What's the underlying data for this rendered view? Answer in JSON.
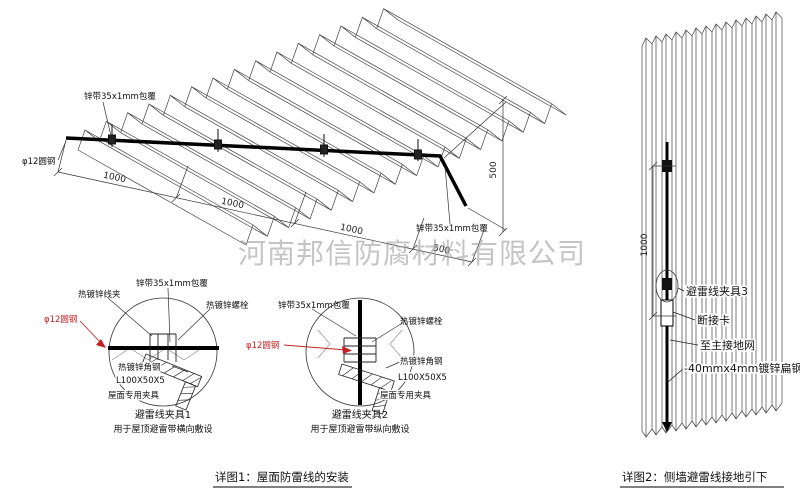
{
  "watermark": {
    "text": "河南邦信防腐材料有限公司",
    "color": "#9e9e9e"
  },
  "colors": {
    "line": "#333333",
    "wire": "#000000",
    "red_label": "#c22222"
  },
  "roof": {
    "label_strip_top": "锌带35x1mm包覆",
    "label_strip_right": "锌带35x1mm包覆",
    "label_round_steel": "φ12圆钢",
    "dims": {
      "seg1": "1000",
      "seg2": "1000",
      "seg3": "1000",
      "seg4": "500",
      "side": "500"
    }
  },
  "detail1": {
    "label_clip": "热镀锌线夹",
    "label_strip": "锌带35x1mm包覆",
    "label_bolt": "热镀锌螺栓",
    "label_round_steel": "φ12圆钢",
    "label_angle": "热镀锌角钢",
    "label_angle_spec": "L100X50X5",
    "label_roof_clamp": "屋面专用夹具",
    "title": "避雷线夹具1",
    "subtitle": "用于屋顶避雷带横向敷设"
  },
  "detail2": {
    "label_strip": "锌带35x1mm包覆",
    "label_bolt": "热镀锌螺栓",
    "label_round_steel": "φ12圆钢",
    "label_angle": "热镀锌角钢",
    "label_angle_spec": "L100X50X5",
    "label_roof_clamp": "屋面专用夹具",
    "title": "避雷线夹具2",
    "subtitle": "用于屋顶避雷带纵向敷设"
  },
  "wall": {
    "dim": "1000",
    "label_clamp": "避雷线夹具3",
    "label_disconnect": "断接卡",
    "label_ground": "至主接地网",
    "label_flat_steel": "-40mmx4mm镀锌扁钢"
  },
  "captions": {
    "detail1": "详图1：屋面防雷线的安装",
    "detail2": "详图2：侧墙避雷线接地引下"
  }
}
